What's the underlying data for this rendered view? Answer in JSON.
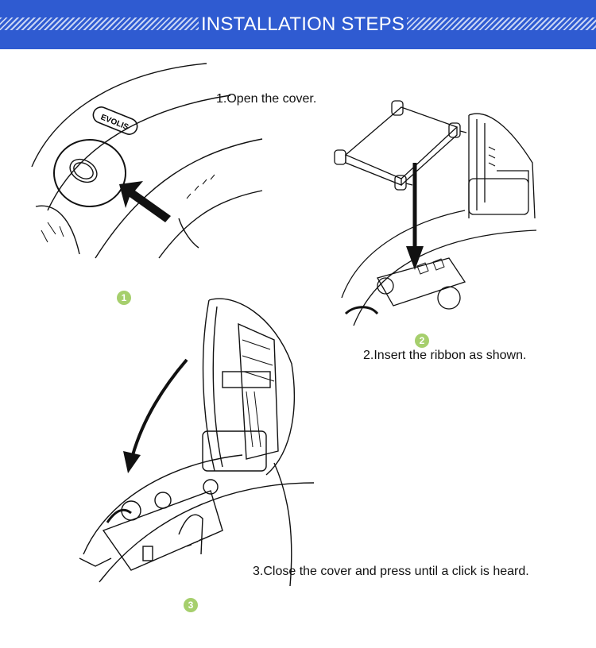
{
  "header": {
    "title": "INSTALLATION STEPS"
  },
  "steps": [
    {
      "number": "1",
      "text": "1.Open the cover."
    },
    {
      "number": "2",
      "text": "2.Insert the ribbon as shown."
    },
    {
      "number": "3",
      "text": "3.Close the cover and press until a click is heard."
    }
  ],
  "logo": {
    "text": "EVOLIS"
  },
  "colors": {
    "header": "#2f5bd1",
    "badge": "#a6cf6d",
    "line": "#111111"
  }
}
